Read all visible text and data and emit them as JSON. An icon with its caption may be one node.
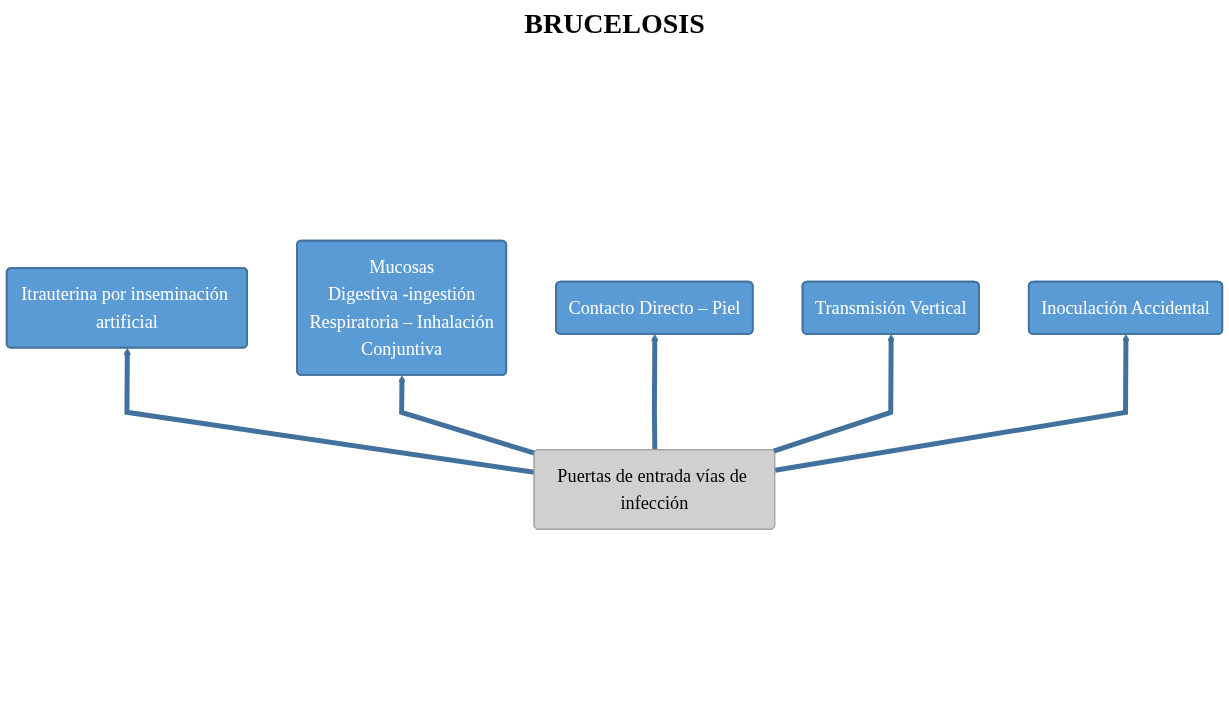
{
  "diagram": {
    "title": "BRUCELOSIS",
    "nodes": [
      {
        "text": [
          "Mucosas",
          "Digestiva -ingestión",
          "Respiratoria – Inhalación",
          "Conjuntiva"
        ]
      },
      {
        "text": [
          "Itrauterina por inseminación artificial"
        ]
      },
      {
        "text": [
          "Contacto Directo – Piel"
        ]
      },
      {
        "text": [
          "Puertas de entrada vías de infección"
        ]
      },
      {
        "text": [
          "Transmisión Vertical"
        ]
      },
      {
        "text": [
          "Inoculación Accidental"
        ]
      }
    ],
    "edges": [
      {
        "from": 3,
        "to": 1,
        "arrow": "to"
      },
      {
        "from": 3,
        "to": 0,
        "arrow": "to"
      },
      {
        "from": 3,
        "to": 2,
        "arrow": "to"
      },
      {
        "from": 3,
        "to": 4,
        "arrow": "to"
      },
      {
        "from": 3,
        "to": 5,
        "arrow": "to"
      }
    ]
  }
}
